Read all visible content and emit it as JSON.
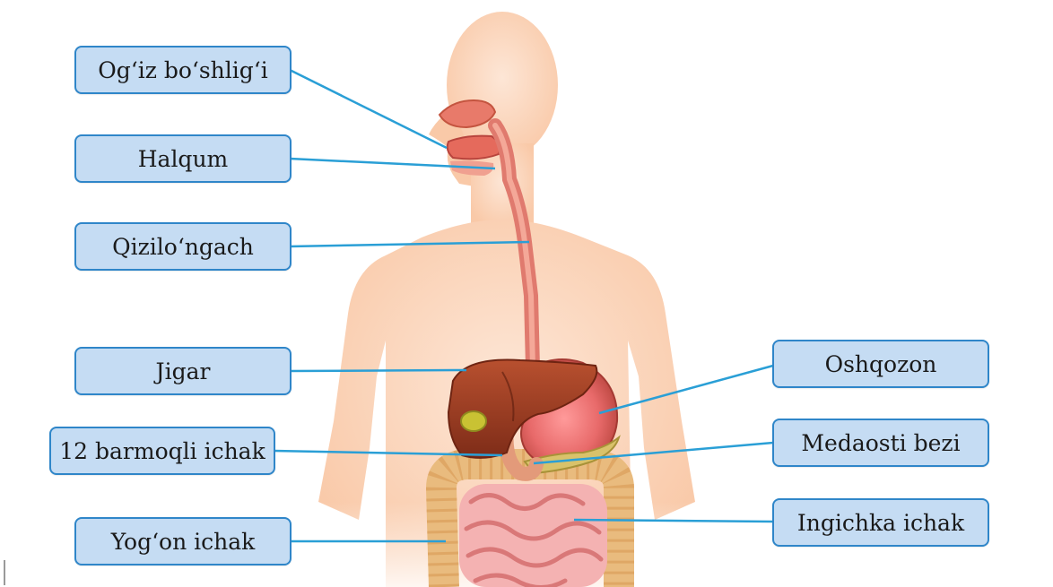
{
  "labels": {
    "mouth": "Og‘iz bo‘shlig‘i",
    "pharynx": "Halqum",
    "esophagus": "Qizilo‘ngach",
    "liver": "Jigar",
    "duodenum": "12 barmoqli ichak",
    "large_intestine": "Yog‘on ichak",
    "stomach": "Oshqozon",
    "pancreas": "Medaosti bezi",
    "small_intestine": "Ingichka ichak"
  },
  "colors": {
    "label_fill": "#c5dcf3",
    "label_border": "#2f86c9",
    "leader_line": "#2a9fd6",
    "body_skin": "#fbd5bc",
    "liver": "#9c3b22",
    "stomach": "#e96b6b",
    "intestine": "#f2a4a4",
    "colon": "#e9bb7e",
    "gallbladder": "#c9c233"
  }
}
